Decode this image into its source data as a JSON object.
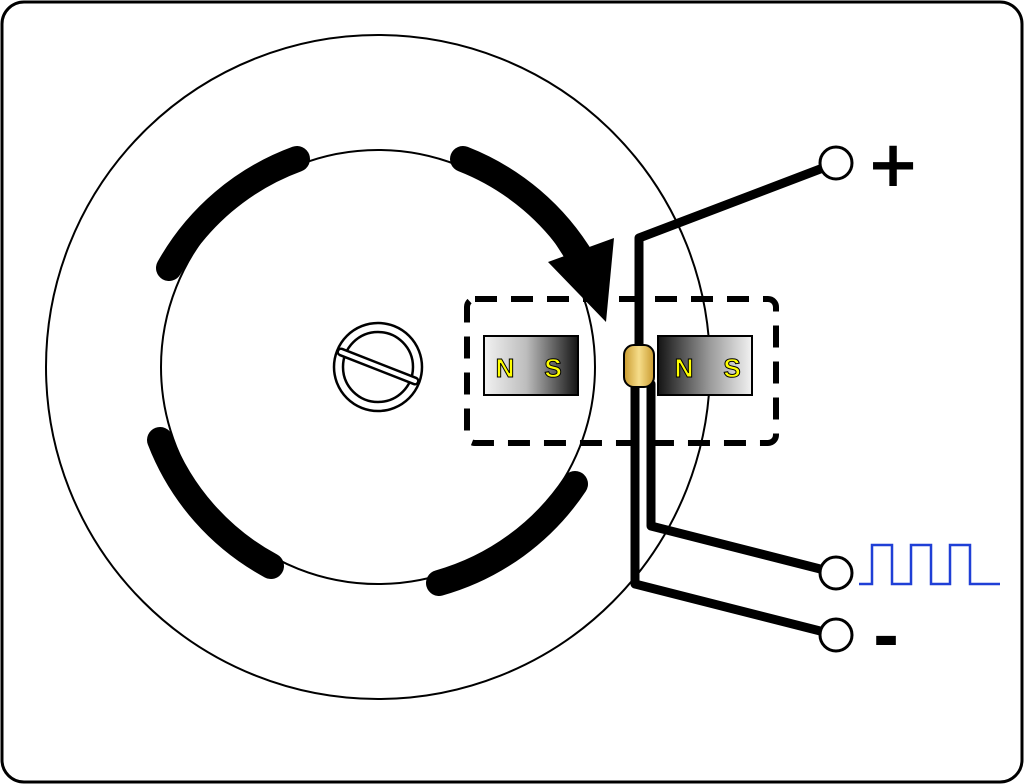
{
  "diagram": {
    "magnets": [
      {
        "id": "left",
        "north": "N",
        "south": "S"
      },
      {
        "id": "right",
        "north": "N",
        "south": "S"
      }
    ],
    "terminals": {
      "positive": "+",
      "negative": "-"
    },
    "colors": {
      "outline": "#000000",
      "magnet_letter": "#ffff00",
      "signal": "#1f3fd6",
      "sensor": "#e9c35a",
      "background": "#ffffff"
    },
    "icons": {
      "shaft": "screw-head-icon",
      "signal": "square-wave-icon",
      "rotation": "clockwise-arrow-icon"
    }
  }
}
